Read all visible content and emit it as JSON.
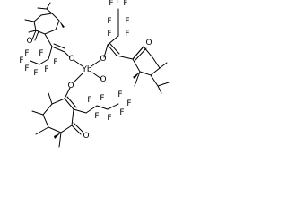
{
  "molecule": {
    "labels": {
      "metal": "Yb",
      "oxygen": "O",
      "fluorine": "F"
    }
  }
}
